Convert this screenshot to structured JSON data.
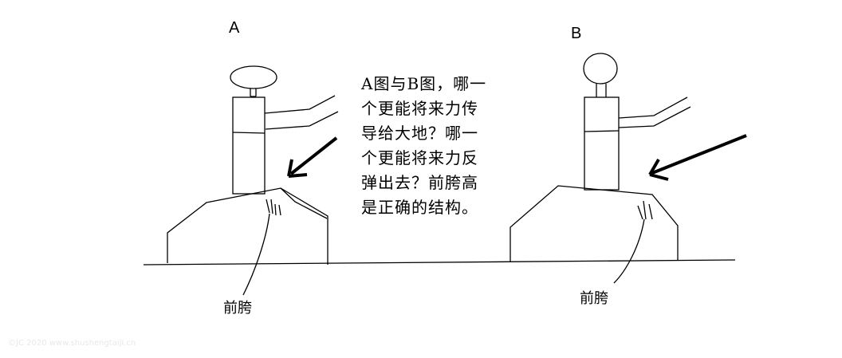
{
  "figure_a": {
    "label": "A",
    "caption": "前胯"
  },
  "figure_b": {
    "label": "B",
    "caption": "前胯"
  },
  "question_text": "A图与B图，哪一\n个更能将来力传\n导给大地？哪一\n个更能将来力反\n弹出去？前胯高\n是正确的结构。",
  "watermark": "©JC 2020 www.shushengtaiji.cn",
  "colors": {
    "ink": "#000000",
    "background": "#ffffff"
  }
}
